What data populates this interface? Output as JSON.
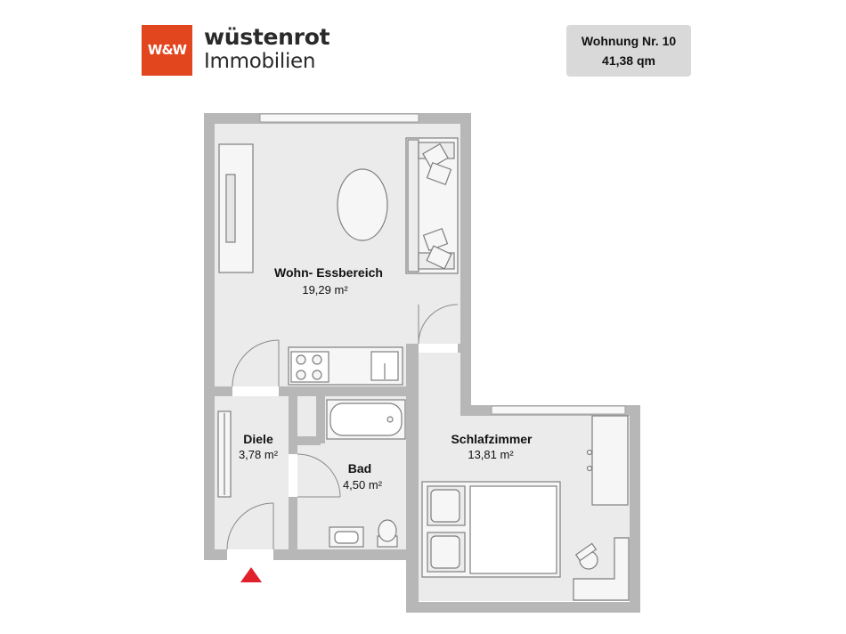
{
  "brand": {
    "logo_mark": "W&W",
    "name_line1": "wüstenrot",
    "name_line2": "Immobilien",
    "accent_color": "#e2461f"
  },
  "apartment": {
    "title": "Wohnung Nr. 10",
    "area": "41,38 qm"
  },
  "rooms": [
    {
      "name": "Wohn- Essbereich",
      "area": "19,29 m²"
    },
    {
      "name": "Diele",
      "area": "3,78 m²"
    },
    {
      "name": "Bad",
      "area": "4,50 m²"
    },
    {
      "name": "Schlafzimmer",
      "area": "13,81 m²"
    }
  ],
  "entrance_marker_color": "#e0202a"
}
